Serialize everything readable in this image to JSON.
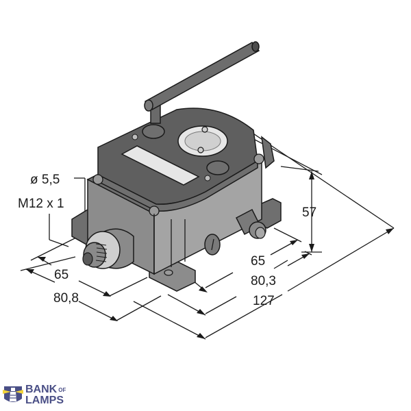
{
  "diagram": {
    "type": "isometric dimensional drawing",
    "subject": "wireless I/O housing with antenna, display window, M12 connector and cable gland",
    "annotations": {
      "hole_diameter": "ø 5,5",
      "connector_thread": "M12 x 1",
      "height": "57",
      "depth_inner": "65",
      "depth_outer": "80,3",
      "width_inner": "65",
      "width_outer": "80,8",
      "overall_length": "127"
    },
    "colors": {
      "housing": "#8c8c8c",
      "lid": "#5f5f5f",
      "line": "#1a1a1a",
      "background": "#ffffff"
    }
  },
  "watermark": {
    "line1": "BANK",
    "of": "OF",
    "line2": "LAMPS",
    "color": "#4a4f86",
    "accent": "#f2d33a"
  }
}
